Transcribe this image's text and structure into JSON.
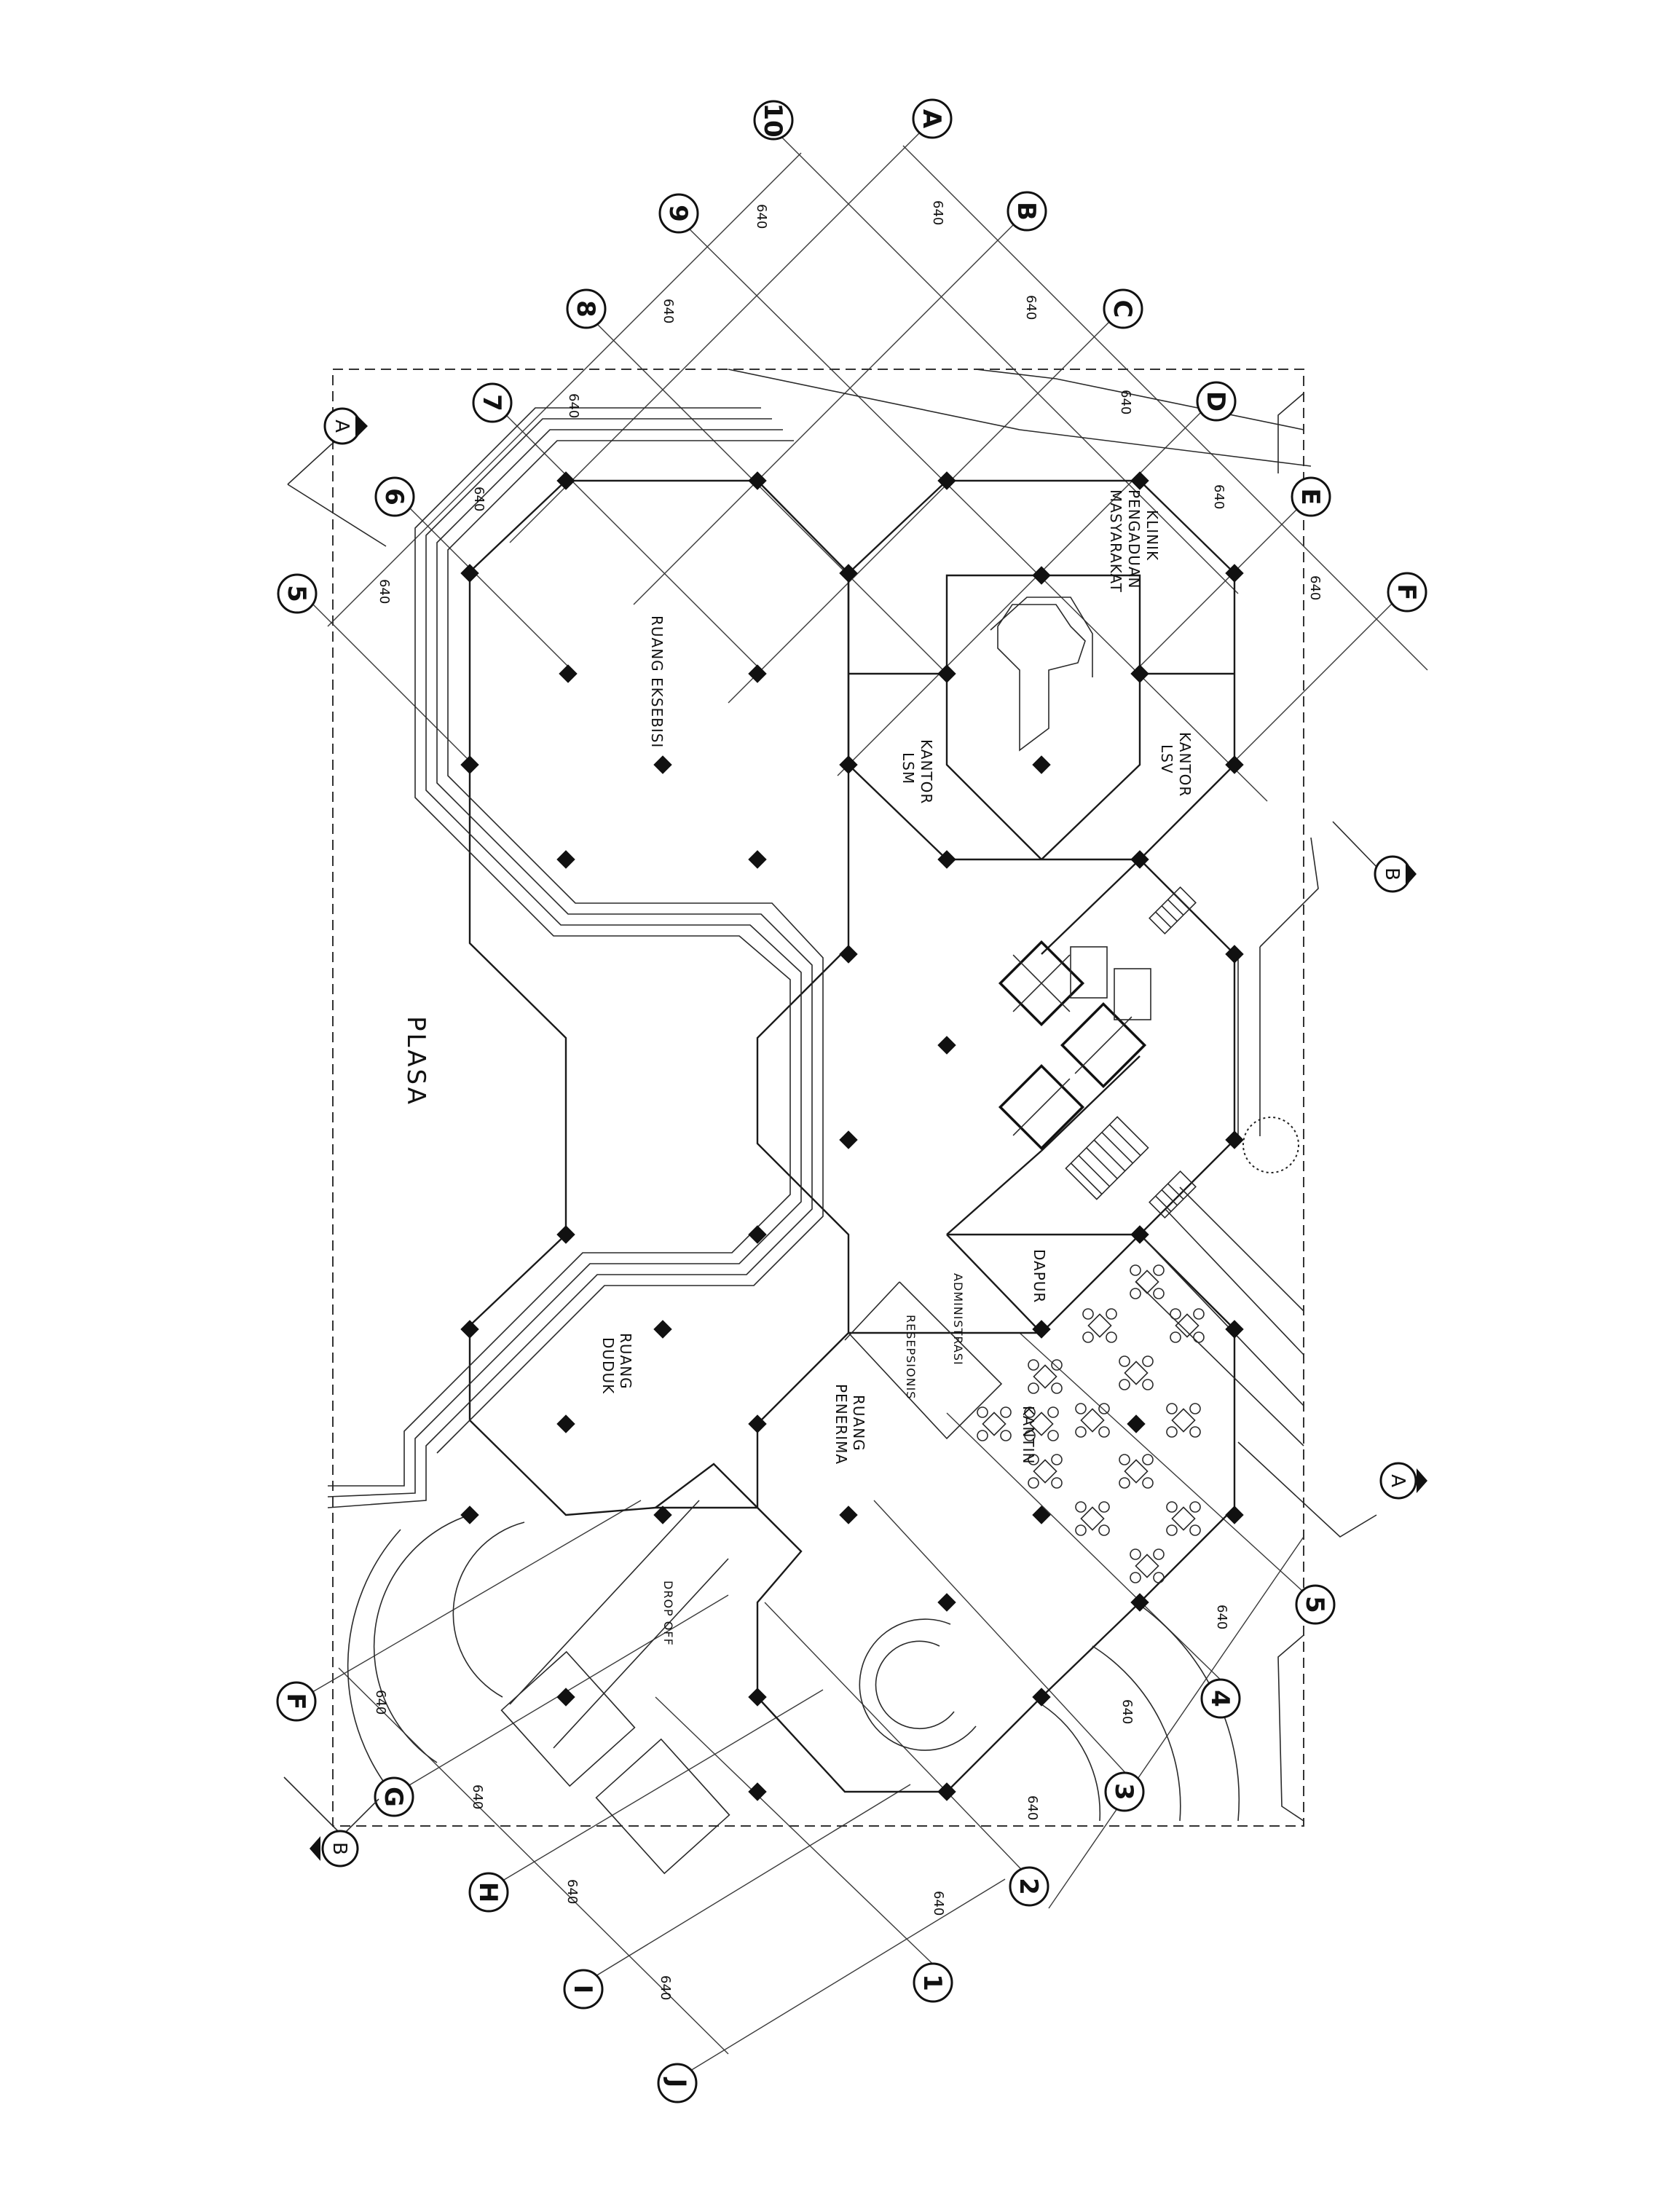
{
  "grid": {
    "rows": [
      {
        "id": "row-10",
        "label": "10"
      },
      {
        "id": "row-9",
        "label": "9"
      },
      {
        "id": "row-8",
        "label": "8"
      },
      {
        "id": "row-7",
        "label": "7"
      },
      {
        "id": "row-6",
        "label": "6"
      },
      {
        "id": "row-5-top",
        "label": "5"
      },
      {
        "id": "row-5-bottom",
        "label": "5"
      },
      {
        "id": "row-4",
        "label": "4"
      },
      {
        "id": "row-3",
        "label": "3"
      },
      {
        "id": "row-2",
        "label": "2"
      },
      {
        "id": "row-1",
        "label": "1"
      }
    ],
    "columns": [
      {
        "id": "col-A",
        "label": "A"
      },
      {
        "id": "col-B",
        "label": "B"
      },
      {
        "id": "col-C",
        "label": "C"
      },
      {
        "id": "col-D",
        "label": "D"
      },
      {
        "id": "col-E",
        "label": "E"
      },
      {
        "id": "col-F-top",
        "label": "F"
      },
      {
        "id": "col-F-bottom",
        "label": "F"
      },
      {
        "id": "col-G",
        "label": "G"
      },
      {
        "id": "col-H",
        "label": "H"
      },
      {
        "id": "col-I",
        "label": "I"
      },
      {
        "id": "col-J",
        "label": "J"
      }
    ],
    "spacing_label": "640"
  },
  "sections": {
    "a_top": "A",
    "a_bottom": "A",
    "b_top": "B",
    "b_bottom": "B"
  },
  "rooms": {
    "ruang_eksebisi": "RUANG EKSEBISI",
    "plasa": "PLASA",
    "klinik_1": "KLINIK",
    "klinik_2": "PENGADUAN",
    "klinik_3": "MASYARAKAT",
    "kantor_lsm_1": "KANTOR",
    "kantor_lsm_2": "LSM",
    "kantor_lsv_1": "KANTOR",
    "kantor_lsv_2": "LSV",
    "dapur": "DAPUR",
    "administrasi": "ADMINISTRASI",
    "resepsionis": "RESEPSIONIS",
    "ruang_duduk_1": "RUANG",
    "ruang_duduk_2": "DUDUK",
    "ruang_penerima_1": "RUANG",
    "ruang_penerima_2": "PENERIMA",
    "kantin": "KANTIN",
    "drop_off": "DROP OFF"
  }
}
